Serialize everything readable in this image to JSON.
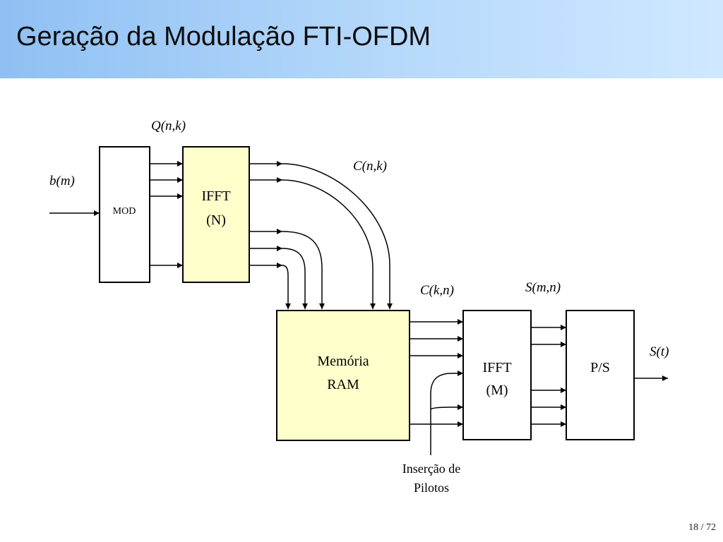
{
  "slide": {
    "title": "Geração da Modulação FTI-OFDM",
    "page_number": "18 / 72"
  },
  "diagram": {
    "blocks": {
      "mod": "MOD",
      "ifft_n": [
        "IFFT",
        "(N)"
      ],
      "ram": [
        "Memória",
        "RAM"
      ],
      "ifft_m": [
        "IFFT",
        "(M)"
      ],
      "ps": "P/S"
    },
    "signals": {
      "input": "b(m)",
      "q": "Q(n,k)",
      "c_nk": "C(n,k)",
      "c_kn": "C(k,n)",
      "s_mn": "S(m,n)",
      "output": "S(t)"
    },
    "pilots": [
      "Inserção de",
      "Pilotos"
    ],
    "colors": {
      "block_fill": "#ffffcc",
      "plain_fill": "#ffffff",
      "header_gradient_start": "#8fc0f3",
      "header_gradient_end": "#cfe8ff"
    }
  }
}
